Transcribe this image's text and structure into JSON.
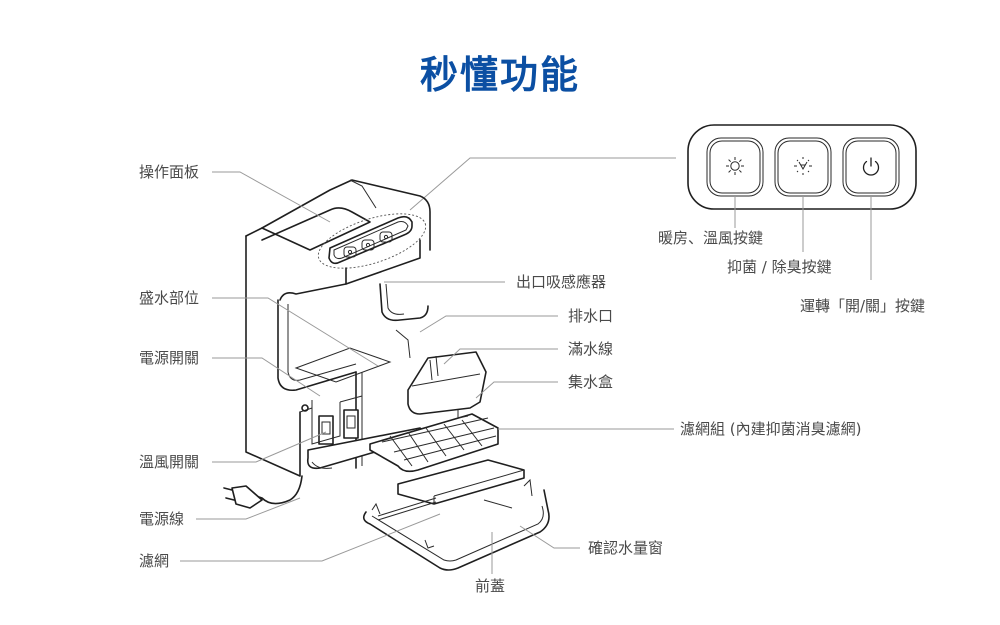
{
  "title": "秒懂功能",
  "colors": {
    "title": "#0b4fa3",
    "label_text": "#4a4a4a",
    "leader_line": "#9a9a9a",
    "line_art": "#1f1f1f"
  },
  "panel_buttons": [
    {
      "name": "warm-mode-button",
      "icon": "sun-icon"
    },
    {
      "name": "sterilize-deodorize-button",
      "icon": "sparkle-icon"
    },
    {
      "name": "power-button",
      "icon": "power-icon"
    }
  ],
  "labels": {
    "left": {
      "control_panel": "操作面板",
      "water_tray_area": "盛水部位",
      "power_switch": "電源開關",
      "warm_air_switch": "溫風開關",
      "power_cord": "電源線",
      "filter": "濾網"
    },
    "right": {
      "outlet_sensor": "出口吸感應器",
      "drain_outlet": "排水口",
      "full_water_line": "滿水線",
      "water_tank": "集水盒",
      "filter_set": "濾網組 (內建抑菌消臭濾網)",
      "water_level_window": "確認水量窗"
    },
    "bottom": {
      "front_cover": "前蓋"
    },
    "buttons": {
      "warm_button": "暖房、溫風按鍵",
      "sterilize_button": "抑菌 / 除臭按鍵",
      "power_button": "運轉「開/關」按鍵"
    }
  }
}
